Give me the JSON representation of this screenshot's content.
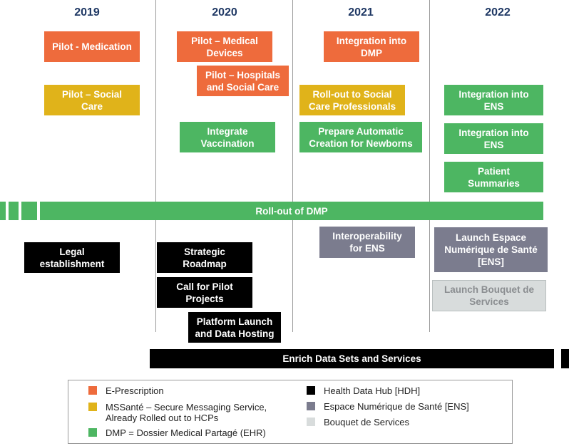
{
  "years": [
    "2019",
    "2020",
    "2021",
    "2022"
  ],
  "boxes": {
    "pilot_medication": "Pilot - Medication",
    "pilot_medical_devices": "Pilot – Medical\nDevices",
    "integration_dmp": "Integration into\nDMP",
    "pilot_hospitals": "Pilot – Hospitals\nand Social Care",
    "pilot_social_care": "Pilot – Social\nCare",
    "rollout_social_care": "Roll-out to Social\nCare Professionals",
    "integration_ens_1": "Integration into\nENS",
    "integrate_vaccination": "Integrate\nVaccination",
    "prepare_newborns": "Prepare Automatic\nCreation for Newborns",
    "integration_ens_2": "Integration into\nENS",
    "patient_summaries": "Patient\nSummaries",
    "rollout_dmp": "Roll-out of DMP",
    "interoperability_ens": "Interoperability\nfor ENS",
    "launch_ens": "Launch Espace\nNumérique de Santé\n[ENS]",
    "legal_establishment": "Legal\nestablishment",
    "strategic_roadmap": "Strategic\nRoadmap",
    "call_pilot_projects": "Call for Pilot\nProjects",
    "launch_bouquet": "Launch Bouquet de\nServices",
    "platform_launch": "Platform Launch\nand Data Hosting",
    "enrich_data": "Enrich Data Sets and Services"
  },
  "legend": [
    {
      "label": "E-Prescription",
      "color": "#ee6b3c"
    },
    {
      "label": "MSSanté – Secure Messaging Service,\nAlready Rolled out to HCPs",
      "color": "#e0b31a"
    },
    {
      "label": "DMP = Dossier Medical Partagé (EHR)",
      "color": "#4db662"
    },
    {
      "label": "Health Data Hub [HDH]",
      "color": "#000000"
    },
    {
      "label": "Espace Numérique de Santé [ENS]",
      "color": "#7b7c8e"
    },
    {
      "label": "Bouquet de Services",
      "color": "#d8dcdc"
    }
  ]
}
